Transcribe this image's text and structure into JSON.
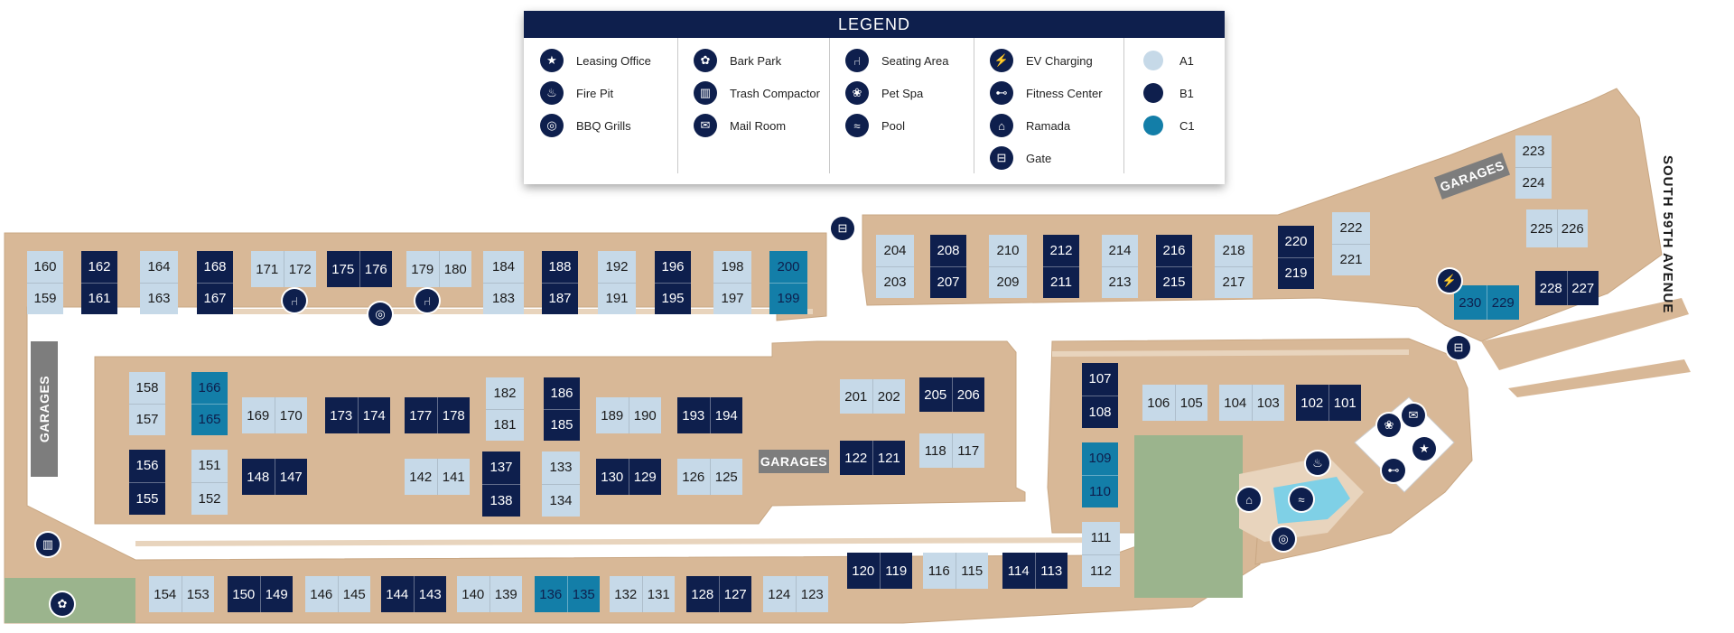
{
  "legend": {
    "title": "LEGEND",
    "amenities_col1": [
      {
        "label": "Leasing Office",
        "icon": "star-icon",
        "glyph": "★"
      },
      {
        "label": "Fire Pit",
        "icon": "flame-icon",
        "glyph": "♨"
      },
      {
        "label": "BBQ Grills",
        "icon": "grill-icon",
        "glyph": "◎"
      }
    ],
    "amenities_col2": [
      {
        "label": "Bark Park",
        "icon": "paw-icon",
        "glyph": "✿"
      },
      {
        "label": "Trash Compactor",
        "icon": "trash-icon",
        "glyph": "▥"
      },
      {
        "label": "Mail Room",
        "icon": "envelope-icon",
        "glyph": "✉"
      }
    ],
    "amenities_col3": [
      {
        "label": "Seating Area",
        "icon": "lounge-chair-icon",
        "glyph": "⑁"
      },
      {
        "label": "Pet Spa",
        "icon": "pet-spa-icon",
        "glyph": "❀"
      },
      {
        "label": "Pool",
        "icon": "pool-icon",
        "glyph": "≈"
      }
    ],
    "amenities_col4": [
      {
        "label": "EV Charging",
        "icon": "ev-plug-icon",
        "glyph": "⚡"
      },
      {
        "label": "Fitness Center",
        "icon": "dumbbell-icon",
        "glyph": "⊷"
      },
      {
        "label": "Ramada",
        "icon": "ramada-icon",
        "glyph": "⌂"
      },
      {
        "label": "Gate",
        "icon": "gate-icon",
        "glyph": "⊟"
      }
    ],
    "unit_types": [
      {
        "label": "A1",
        "color": "#c6d9e8"
      },
      {
        "label": "B1",
        "color": "#0e1f4d"
      },
      {
        "label": "C1",
        "color": "#137ea8"
      }
    ]
  },
  "colors": {
    "ground": "#d8b897",
    "path": "#e8d4bd",
    "lawn": "#9bb48d",
    "navy": "#0e1f4d",
    "garage": "#7d7d7d"
  },
  "street_name": "SOUTH 59TH AVENUE",
  "garage_labels": {
    "left": "GARAGES",
    "center": "GARAGES",
    "top_right": "GARAGES"
  },
  "units": [
    {
      "nums": [
        "160",
        "159"
      ],
      "type": "a1"
    },
    {
      "nums": [
        "162",
        "161"
      ],
      "type": "b1"
    },
    {
      "nums": [
        "164",
        "163"
      ],
      "type": "a1"
    },
    {
      "nums": [
        "168",
        "167"
      ],
      "type": "b1"
    },
    {
      "nums": [
        "171",
        "172"
      ],
      "type": "a1"
    },
    {
      "nums": [
        "175",
        "176"
      ],
      "type": "b1"
    },
    {
      "nums": [
        "179",
        "180"
      ],
      "type": "a1"
    },
    {
      "nums": [
        "184",
        "183"
      ],
      "type": "a1"
    },
    {
      "nums": [
        "188",
        "187"
      ],
      "type": "b1"
    },
    {
      "nums": [
        "192",
        "191"
      ],
      "type": "a1"
    },
    {
      "nums": [
        "196",
        "195"
      ],
      "type": "b1"
    },
    {
      "nums": [
        "198",
        "197"
      ],
      "type": "a1"
    },
    {
      "nums": [
        "200",
        "199"
      ],
      "type": "c1"
    },
    {
      "nums": [
        "204",
        "203"
      ],
      "type": "a1"
    },
    {
      "nums": [
        "208",
        "207"
      ],
      "type": "b1"
    },
    {
      "nums": [
        "210",
        "209"
      ],
      "type": "a1"
    },
    {
      "nums": [
        "212",
        "211"
      ],
      "type": "b1"
    },
    {
      "nums": [
        "214",
        "213"
      ],
      "type": "a1"
    },
    {
      "nums": [
        "216",
        "215"
      ],
      "type": "b1"
    },
    {
      "nums": [
        "218",
        "217"
      ],
      "type": "a1"
    },
    {
      "nums": [
        "220",
        "219"
      ],
      "type": "b1"
    },
    {
      "nums": [
        "222",
        "221"
      ],
      "type": "a1"
    },
    {
      "nums": [
        "223",
        "224"
      ],
      "type": "a1"
    },
    {
      "nums": [
        "225",
        "226"
      ],
      "type": "a1"
    },
    {
      "nums": [
        "230",
        "229"
      ],
      "type": "c1"
    },
    {
      "nums": [
        "228",
        "227"
      ],
      "type": "b1"
    },
    {
      "nums": [
        "158",
        "157"
      ],
      "type": "a1"
    },
    {
      "nums": [
        "166",
        "165"
      ],
      "type": "c1"
    },
    {
      "nums": [
        "169",
        "170"
      ],
      "type": "a1"
    },
    {
      "nums": [
        "173",
        "174"
      ],
      "type": "b1"
    },
    {
      "nums": [
        "177",
        "178"
      ],
      "type": "b1"
    },
    {
      "nums": [
        "182",
        "181"
      ],
      "type": "a1"
    },
    {
      "nums": [
        "186",
        "185"
      ],
      "type": "b1"
    },
    {
      "nums": [
        "189",
        "190"
      ],
      "type": "a1"
    },
    {
      "nums": [
        "193",
        "194"
      ],
      "type": "b1"
    },
    {
      "nums": [
        "156",
        "155"
      ],
      "type": "b1"
    },
    {
      "nums": [
        "151",
        "152"
      ],
      "type": "a1"
    },
    {
      "nums": [
        "148",
        "147"
      ],
      "type": "b1"
    },
    {
      "nums": [
        "142",
        "141"
      ],
      "type": "a1"
    },
    {
      "nums": [
        "137",
        "138"
      ],
      "type": "b1"
    },
    {
      "nums": [
        "133",
        "134"
      ],
      "type": "a1"
    },
    {
      "nums": [
        "130",
        "129"
      ],
      "type": "b1"
    },
    {
      "nums": [
        "126",
        "125"
      ],
      "type": "a1"
    },
    {
      "nums": [
        "201",
        "202"
      ],
      "type": "a1"
    },
    {
      "nums": [
        "205",
        "206"
      ],
      "type": "b1"
    },
    {
      "nums": [
        "122",
        "121"
      ],
      "type": "b1"
    },
    {
      "nums": [
        "118",
        "117"
      ],
      "type": "a1"
    },
    {
      "nums": [
        "107",
        "108"
      ],
      "type": "b1"
    },
    {
      "nums": [
        "106",
        "105"
      ],
      "type": "a1"
    },
    {
      "nums": [
        "104",
        "103"
      ],
      "type": "a1"
    },
    {
      "nums": [
        "102",
        "101"
      ],
      "type": "b1"
    },
    {
      "nums": [
        "109",
        "110"
      ],
      "type": "c1"
    },
    {
      "nums": [
        "111",
        "112"
      ],
      "type": "a1"
    },
    {
      "nums": [
        "154",
        "153"
      ],
      "type": "a1"
    },
    {
      "nums": [
        "150",
        "149"
      ],
      "type": "b1"
    },
    {
      "nums": [
        "146",
        "145"
      ],
      "type": "a1"
    },
    {
      "nums": [
        "144",
        "143"
      ],
      "type": "b1"
    },
    {
      "nums": [
        "140",
        "139"
      ],
      "type": "a1"
    },
    {
      "nums": [
        "136",
        "135"
      ],
      "type": "c1"
    },
    {
      "nums": [
        "132",
        "131"
      ],
      "type": "a1"
    },
    {
      "nums": [
        "128",
        "127"
      ],
      "type": "b1"
    },
    {
      "nums": [
        "124",
        "123"
      ],
      "type": "a1"
    },
    {
      "nums": [
        "120",
        "119"
      ],
      "type": "b1"
    },
    {
      "nums": [
        "116",
        "115"
      ],
      "type": "a1"
    },
    {
      "nums": [
        "114",
        "113"
      ],
      "type": "b1"
    }
  ],
  "map_pins": [
    {
      "icon": "lounge-chair-icon",
      "glyph": "⑁"
    },
    {
      "icon": "grill-icon",
      "glyph": "◎"
    },
    {
      "icon": "lounge-chair-icon",
      "glyph": "⑁"
    },
    {
      "icon": "gate-icon",
      "glyph": "⊟"
    },
    {
      "icon": "ev-plug-icon",
      "glyph": "⚡"
    },
    {
      "icon": "gate-icon",
      "glyph": "⊟"
    },
    {
      "icon": "pet-spa-icon",
      "glyph": "❀"
    },
    {
      "icon": "envelope-icon",
      "glyph": "✉"
    },
    {
      "icon": "star-icon",
      "glyph": "★"
    },
    {
      "icon": "dumbbell-icon",
      "glyph": "⊷"
    },
    {
      "icon": "flame-icon",
      "glyph": "♨"
    },
    {
      "icon": "ramada-icon",
      "glyph": "⌂"
    },
    {
      "icon": "pool-icon",
      "glyph": "≈"
    },
    {
      "icon": "grill-icon",
      "glyph": "◎"
    },
    {
      "icon": "trash-icon",
      "glyph": "▥"
    },
    {
      "icon": "paw-icon",
      "glyph": "✿"
    }
  ]
}
